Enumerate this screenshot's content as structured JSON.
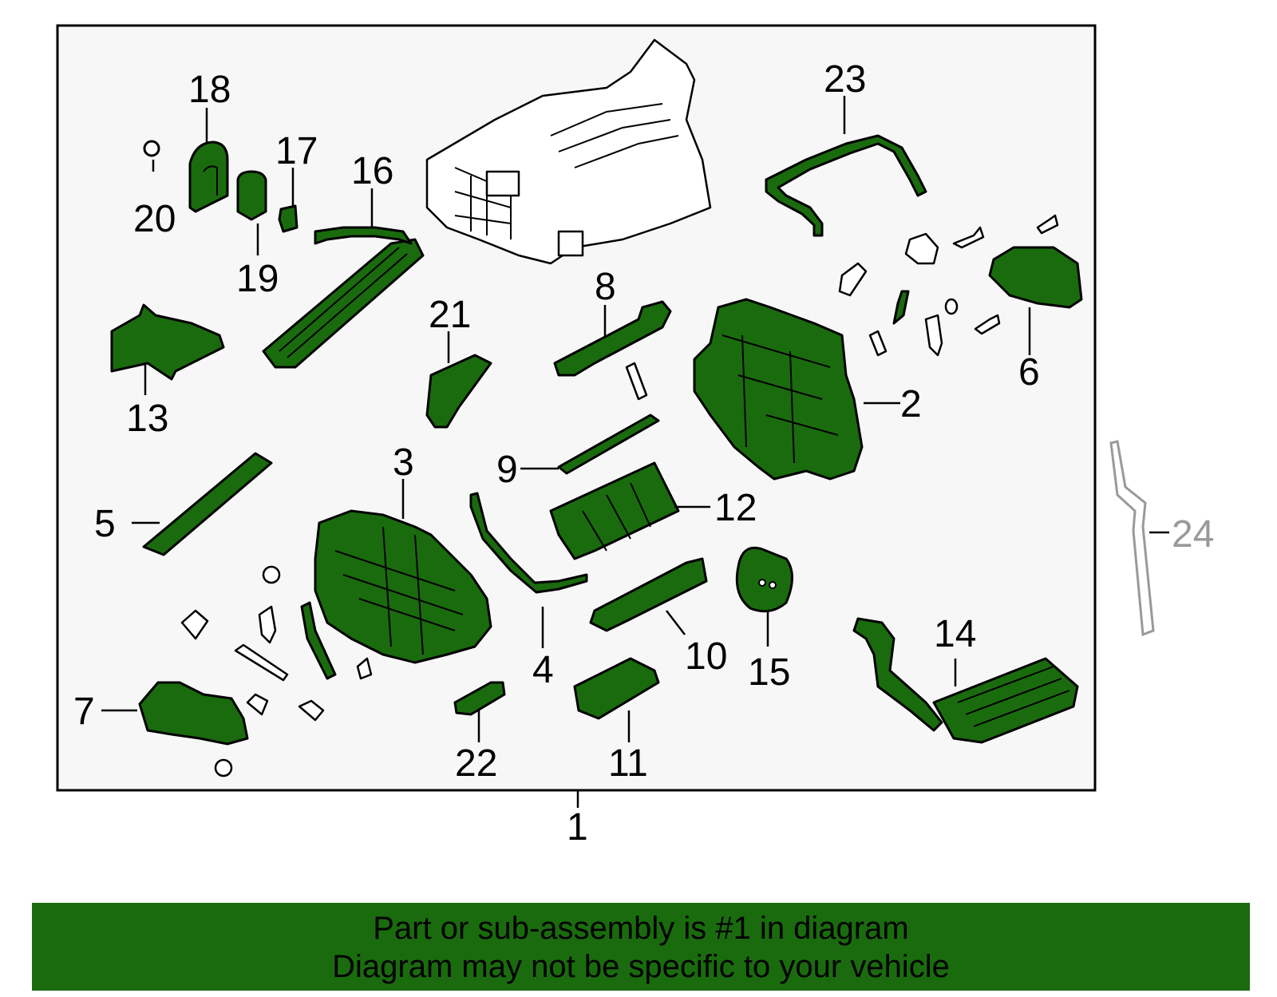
{
  "diagram": {
    "callouts": {
      "c1": "1",
      "c2": "2",
      "c3": "3",
      "c4": "4",
      "c5": "5",
      "c6": "6",
      "c7": "7",
      "c8": "8",
      "c9": "9",
      "c10": "10",
      "c11": "11",
      "c12": "12",
      "c13": "13",
      "c14": "14",
      "c15": "15",
      "c16": "16",
      "c17": "17",
      "c18": "18",
      "c19": "19",
      "c20": "20",
      "c21": "21",
      "c22": "22",
      "c23": "23",
      "c24": "24"
    },
    "colors": {
      "part_fill": "#1a6b0e",
      "background": "#f7f7f7",
      "optional_part": "#999999"
    }
  },
  "banner": {
    "line1": "Part or sub-assembly is #1 in diagram",
    "line2": "Diagram may not be specific to your vehicle"
  }
}
